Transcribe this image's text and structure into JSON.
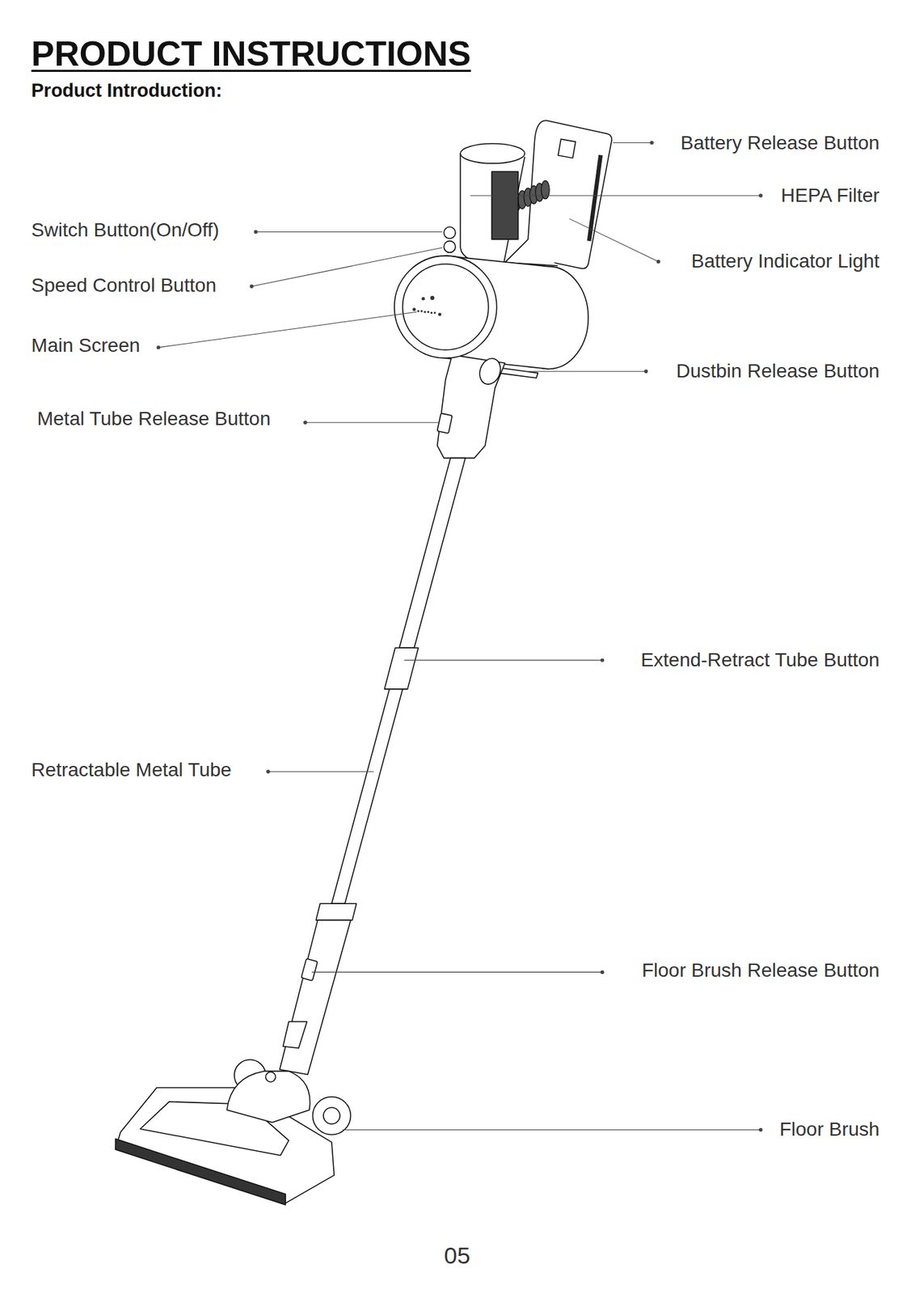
{
  "diagram": {
    "title": "PRODUCT INSTRUCTIONS",
    "labels": [
      "Product Introduction:",
      "Battery Release Button",
      "HEPA Filter",
      "Switch Button(On/Off)",
      "Battery Indicator Light",
      "Speed Control Button",
      "Main Screen",
      "Dustbin Release Button",
      "Metal Tube Release Button",
      "Extend-Retract Tube Button",
      "Retractable Metal Tube",
      "Floor Brush Release Button",
      "Floor Brush",
      "05"
    ]
  }
}
